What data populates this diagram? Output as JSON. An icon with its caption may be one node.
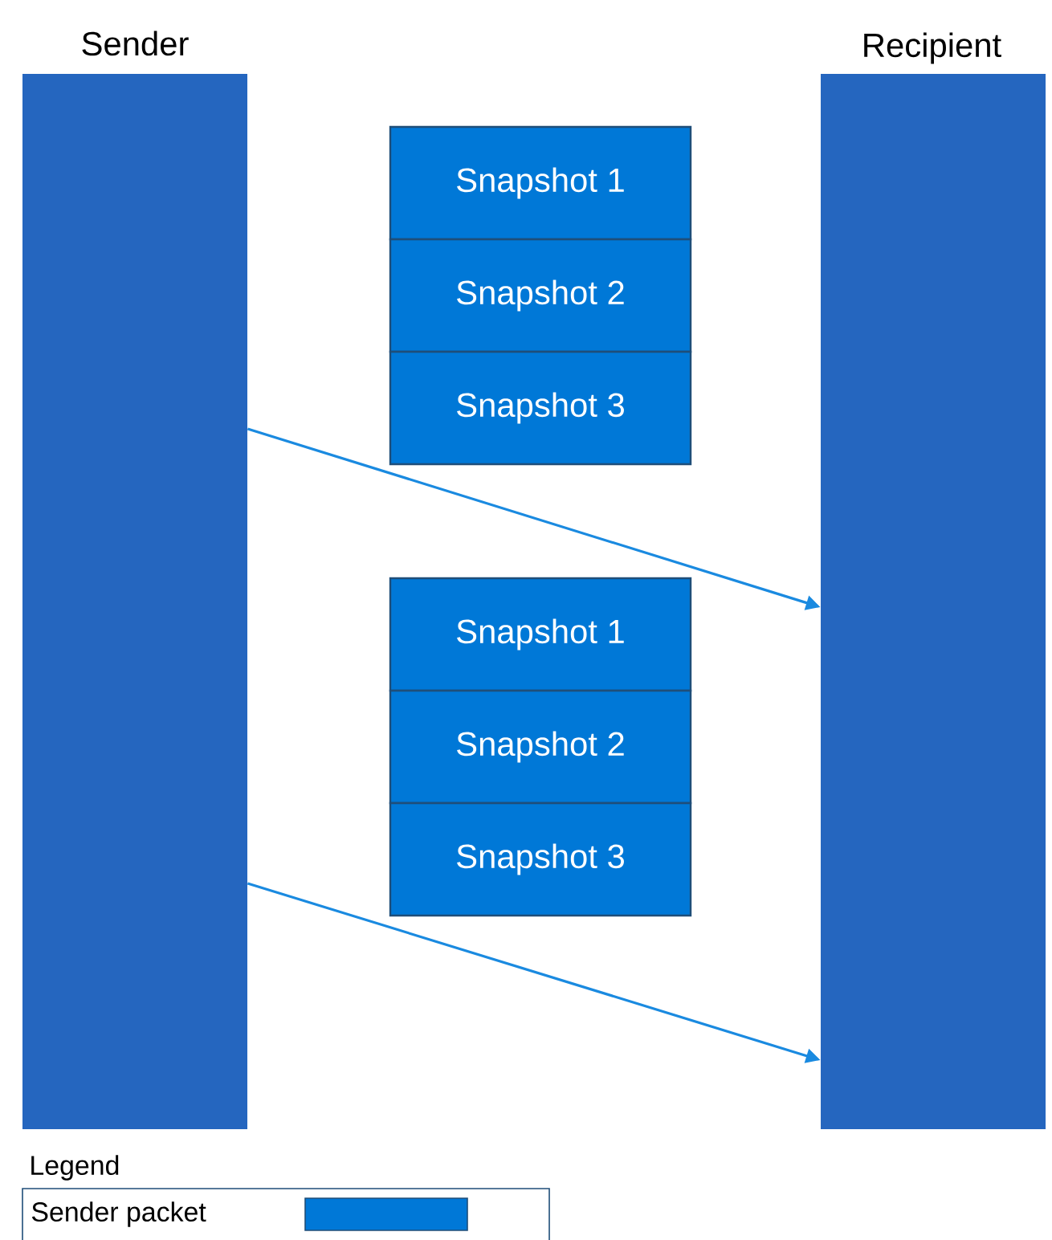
{
  "diagram": {
    "nodes": [
      {
        "text": [
          "Sender"
        ]
      },
      {
        "text": [
          "Recipient"
        ]
      },
      {
        "text": [
          "Snapshot 1"
        ]
      },
      {
        "text": [
          "Snapshot 2"
        ]
      },
      {
        "text": [
          "Snapshot 3"
        ]
      },
      {
        "text": [
          "Snapshot 1"
        ]
      },
      {
        "text": [
          "Snapshot 2"
        ]
      },
      {
        "text": [
          "Snapshot 3"
        ]
      }
    ],
    "edges": [
      {
        "from": 0,
        "to": 1,
        "arrow": "to"
      },
      {
        "from": 0,
        "to": 1,
        "arrow": "to"
      }
    ],
    "labels": [
      "Legend"
    ],
    "legend": [
      {
        "text": "Sender packet",
        "color": "#0078d7"
      }
    ]
  }
}
